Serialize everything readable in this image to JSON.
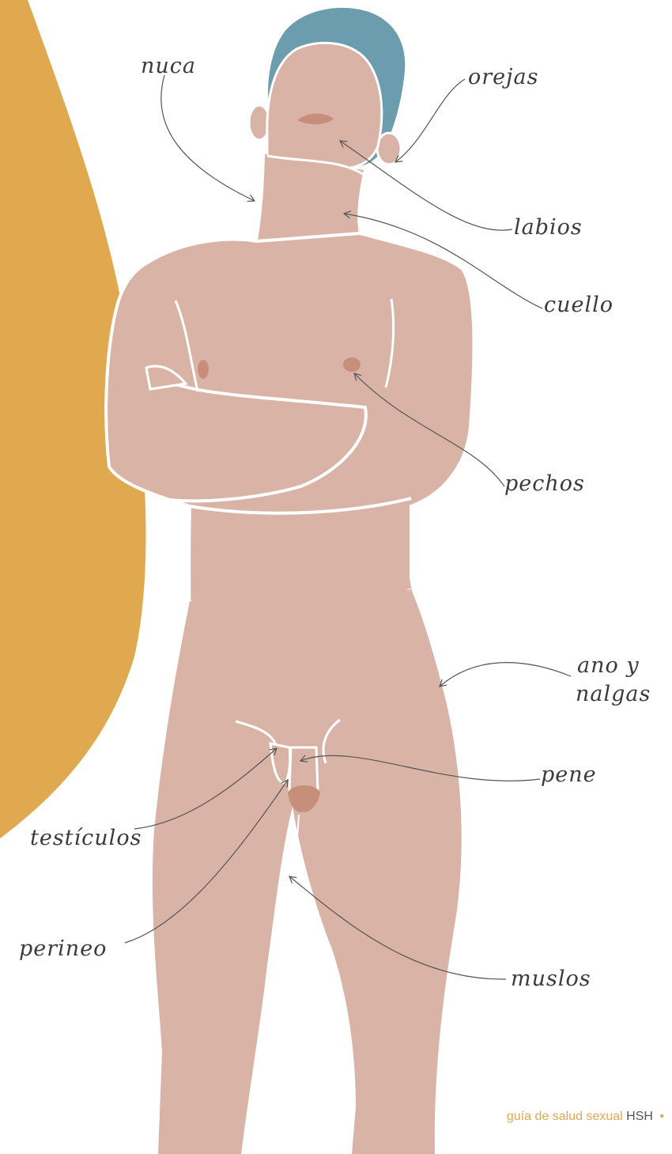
{
  "colors": {
    "background": "#ffffff",
    "accent_blob": "#e0a84f",
    "skin": "#d9b3a6",
    "skin_dark": "#c78e7a",
    "hair": "#6b9daf",
    "outline": "#ffffff",
    "leader": "#555555"
  },
  "labels": {
    "nuca": "nuca",
    "orejas": "orejas",
    "labios": "labios",
    "cuello": "cuello",
    "pechos": "pechos",
    "ano_line1": "ano y",
    "ano_line2": "nalgas",
    "pene": "pene",
    "testiculos": "testículos",
    "perineo": "perineo",
    "muslos": "muslos"
  },
  "footer": {
    "guide_text": "guía de salud sexual",
    "brand_text": "HSH",
    "dot": "•"
  }
}
